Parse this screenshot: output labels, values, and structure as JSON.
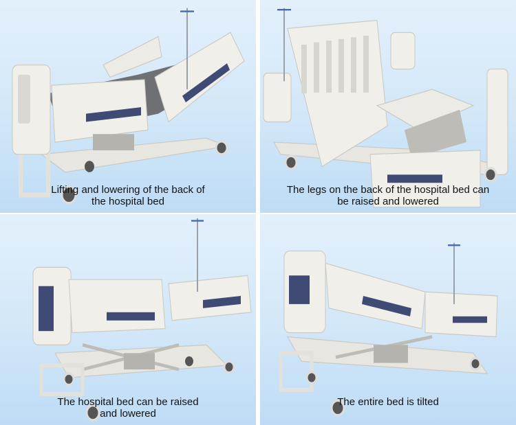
{
  "panels": [
    {
      "caption_line1": "Lifting and lowering of the back of",
      "caption_line2": "the hospital bed"
    },
    {
      "caption_line1": "The legs on the back of the hospital bed can",
      "caption_line2": "be raised and lowered"
    },
    {
      "caption_line1": "The hospital bed can be raised",
      "caption_line2": "and lowered"
    },
    {
      "caption_line1": "The entire bed is tilted",
      "caption_line2": ""
    }
  ],
  "colors": {
    "background": "#d2e7f8",
    "bed_frame": "#f1efe9",
    "accent_stripe": "#3f4a75",
    "mattress": "#6e7073"
  }
}
